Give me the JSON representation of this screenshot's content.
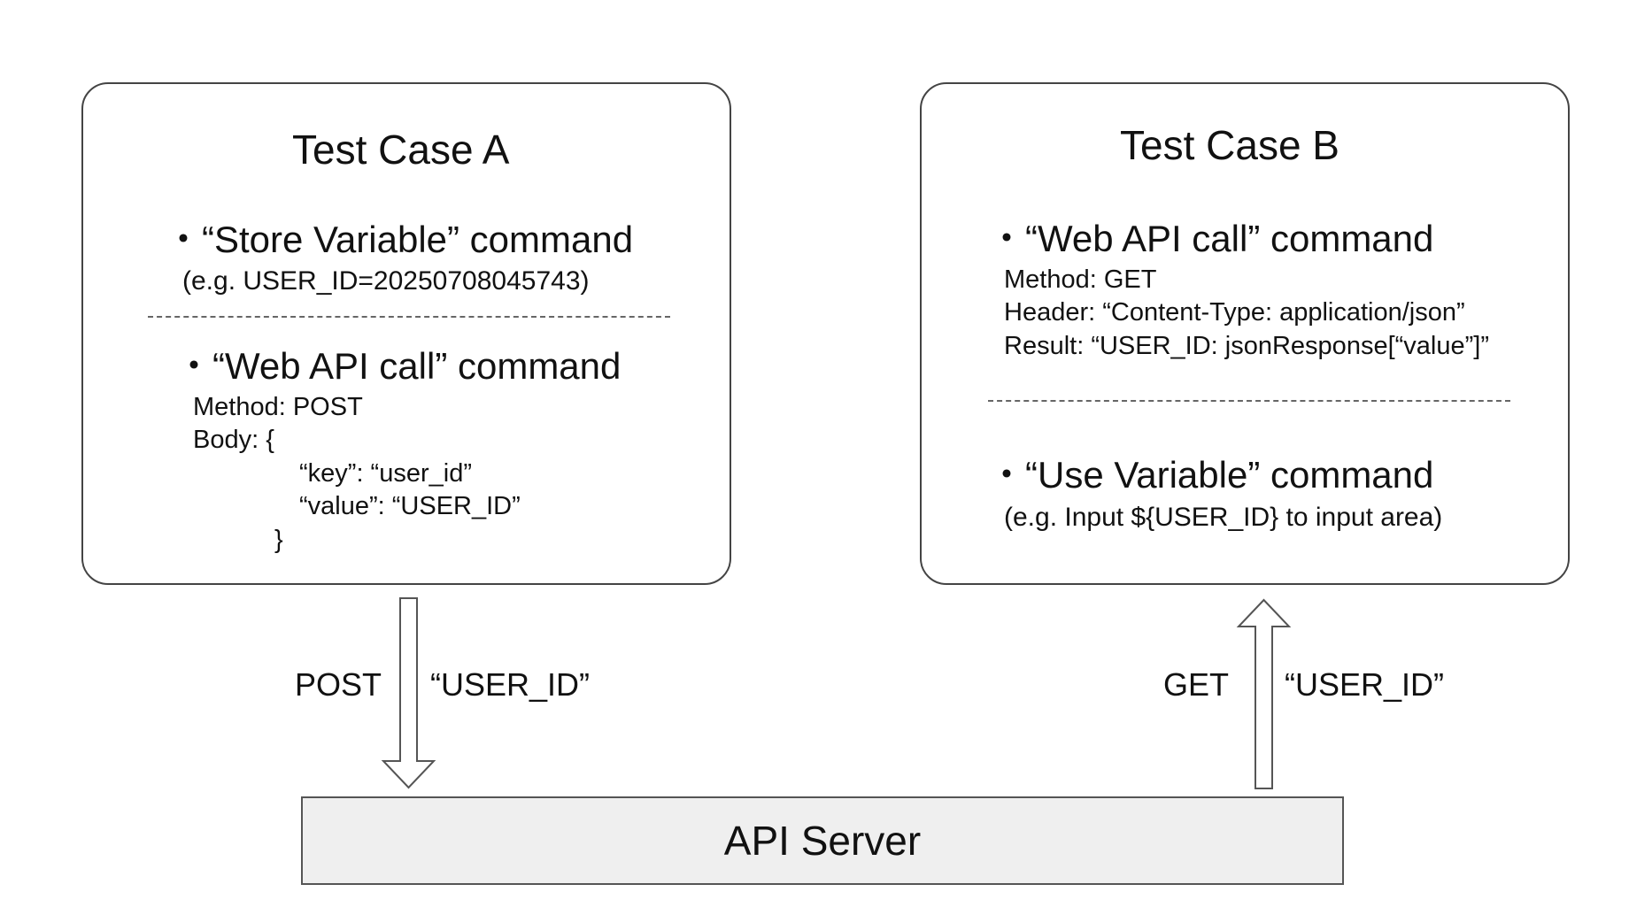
{
  "test_case_a": {
    "title": "Test Case A",
    "store_command": "・“Store Variable” command",
    "store_example": "(e.g. USER_ID=20250708045743)",
    "api_command": "・“Web API call” command",
    "method": "Method: POST",
    "body_open": "Body: {",
    "body_key": "“key”: “user_id”",
    "body_value": "“value”: “USER_ID”",
    "body_close": "}"
  },
  "test_case_b": {
    "title": "Test Case B",
    "api_command": "・“Web API call” command",
    "method": "Method: GET",
    "header": "Header: “Content-Type: application/json”",
    "result": "Result: “USER_ID: jsonResponse[“value”]”",
    "use_command": "・“Use Variable” command",
    "use_example": "(e.g. Input ${USER_ID} to input area)"
  },
  "left_arrow": {
    "method_label": "POST",
    "payload_label": "“USER_ID”",
    "direction": "down"
  },
  "right_arrow": {
    "method_label": "GET",
    "payload_label": "“USER_ID”",
    "direction": "up"
  },
  "server": {
    "label": "API Server"
  },
  "colors": {
    "panel_border": "#444444",
    "server_fill": "#efefef",
    "arrow_stroke": "#555555"
  }
}
